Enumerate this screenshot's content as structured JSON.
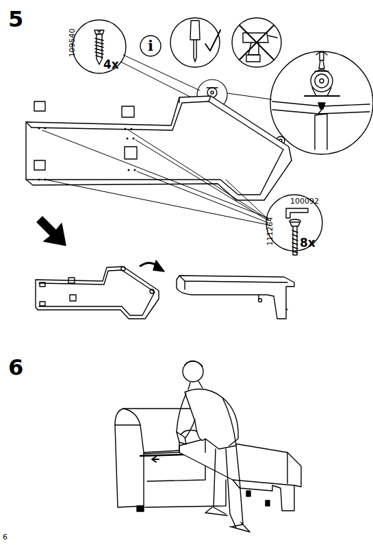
{
  "diagram": {
    "nodes": [
      {
        "text": [
          "109540",
          "4x"
        ]
      },
      {
        "text": [
          "i"
        ]
      },
      {
        "text": [
          "100092",
          "111264",
          "8x"
        ]
      }
    ],
    "labels": [
      "5",
      "6",
      "6"
    ]
  }
}
